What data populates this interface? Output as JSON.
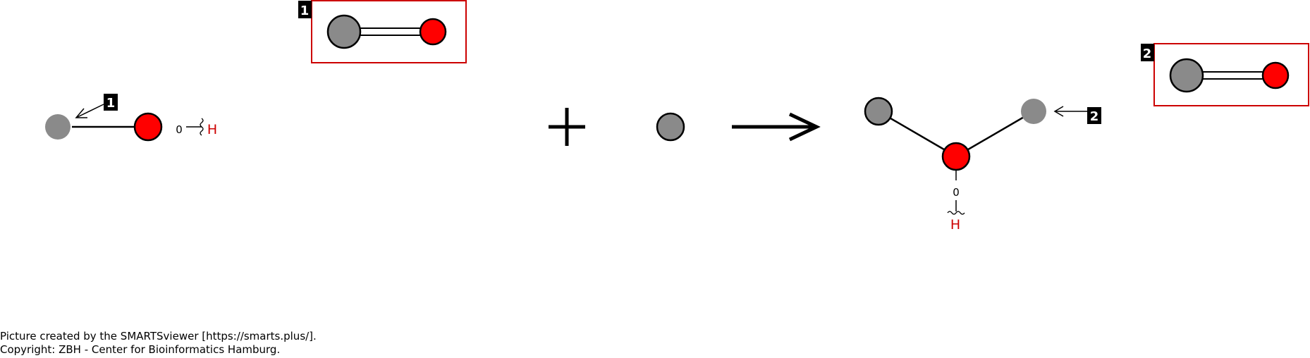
{
  "colors": {
    "carbon": "#8a8a8a",
    "oxygen": "#ff0000",
    "hydrogen_label": "#cc0000",
    "box_border": "#cc0000",
    "marker_bg": "#000000",
    "marker_fg": "#ffffff"
  },
  "reactant": {
    "map_marker": "1",
    "bond_order_label": "0",
    "hydrogen_label": "H"
  },
  "box_1": {
    "marker": "1"
  },
  "box_2": {
    "marker": "2"
  },
  "plus_sign": "+",
  "product": {
    "map_marker": "2",
    "bond_order_label": "0",
    "hydrogen_label": "H"
  },
  "footer": {
    "line1": "Picture created by the SMARTSviewer [https://smarts.plus/].",
    "line2": "Copyright: ZBH - Center for Bioinformatics Hamburg."
  }
}
